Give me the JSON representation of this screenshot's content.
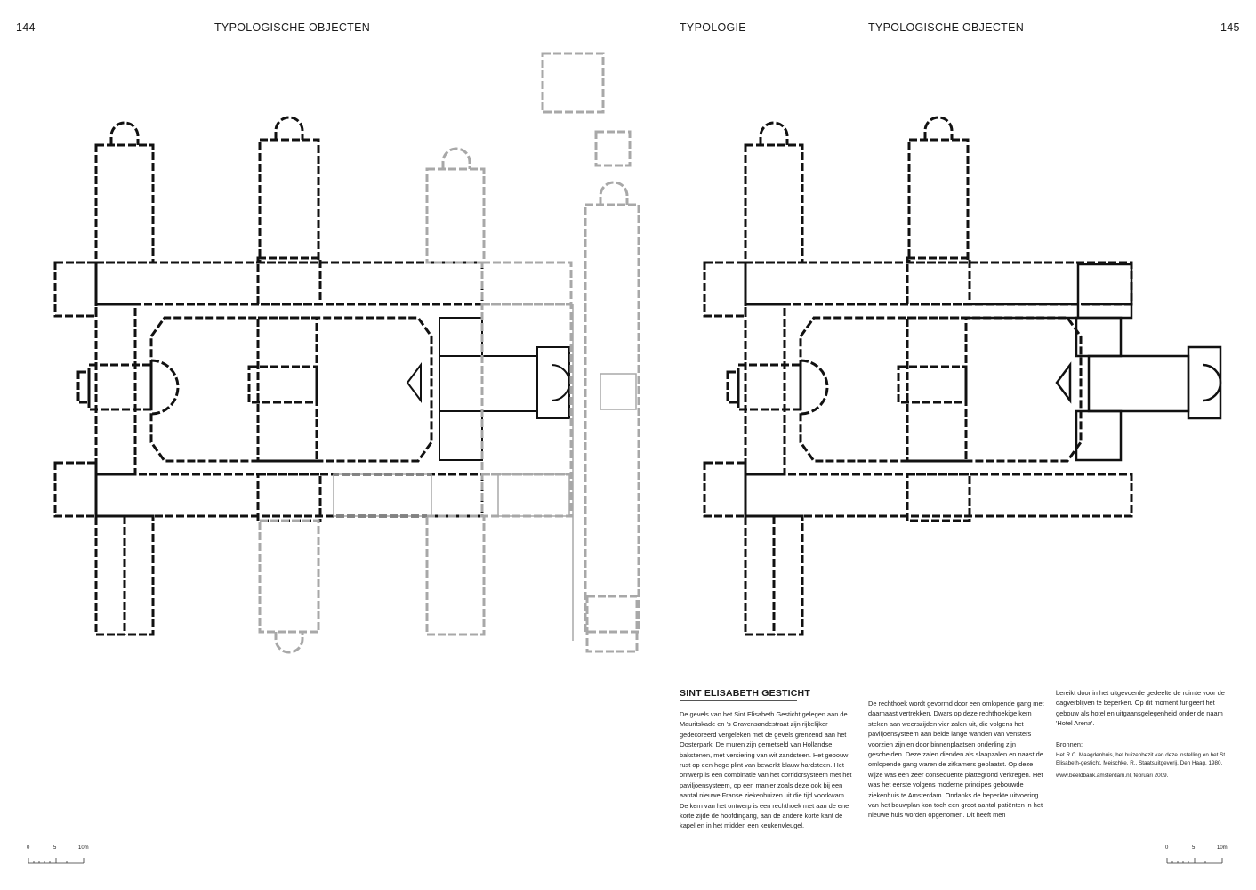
{
  "header": {
    "page_left": "144",
    "section_left": "TYPOLOGISCHE OBJECTEN",
    "section_right_a": "TYPOLOGIE",
    "section_right_b": "TYPOLOGISCHE OBJECTEN",
    "page_right": "145"
  },
  "article": {
    "title": "SINT ELISABETH GESTICHT",
    "col1": "De gevels van het Sint Elisabeth Gesticht gelegen aan de Mauritskade en 's Gravensandestraat zijn rijkelijker gedecoreerd vergeleken met de gevels grenzend aan het Oosterpark. De muren zijn gemetseld van Hollandse bakstenen, met versiering van wit zandsteen. Het gebouw rust op een hoge plint van bewerkt blauw hardsteen. Het ontwerp is een combinatie van het corridorsysteem met het paviljoensysteem, op een manier zoals deze ook bij een aantal nieuwe Franse ziekenhuizen uit die tijd voorkwam. De kern van het ontwerp is een rechthoek met aan de ene korte zijde de hoofdingang, aan de andere korte kant de kapel en in het midden een keukenvleugel.",
    "col2": "De rechthoek wordt gevormd door een omlopende gang met daarnaast vertrekken. Dwars op deze rechthoekige kern steken aan weerszijden vier zalen uit, die volgens het paviljoensysteem aan beide lange wanden van vensters voorzien zijn en door binnenplaatsen onderling zijn gescheiden. Deze zalen dienden als slaapzalen en naast de omlopende gang waren de zitkamers geplaatst. Op deze wijze was een zeer consequente plattegrond verkregen. Het was het eerste volgens moderne principes gebouwde ziekenhuis te Amsterdam. Ondanks de beperkte uitvoering van het bouwplan kon toch een groot aantal patiënten in het nieuwe huis worden opgenomen. Dit heeft men",
    "col3": "bereikt door in het uitgevoerde gedeelte de ruimte voor de dagverblijven te beperken. Op dit moment fungeert het gebouw als hotel en uitgaansgelegenheid onder de naam 'Hotel Arena'.",
    "sources_label": "Bronnen:",
    "source_1": "Het R.C. Maagdenhuis, het huizenbezit van deze instelling en het St. Elisabeth-gesticht, Meischke, R., Staatsuitgeverij, Den Haag, 1980.",
    "source_2": "www.beeldbank.amsterdam.nl, februari 2009."
  },
  "scale_bar": {
    "left": {
      "t0": "0",
      "t1": "5",
      "t2": "10m"
    },
    "right": {
      "t0": "0",
      "t1": "5",
      "t2": "10m"
    }
  },
  "colors": {
    "built": "#111111",
    "unbuilt": "#a8a8a8"
  }
}
